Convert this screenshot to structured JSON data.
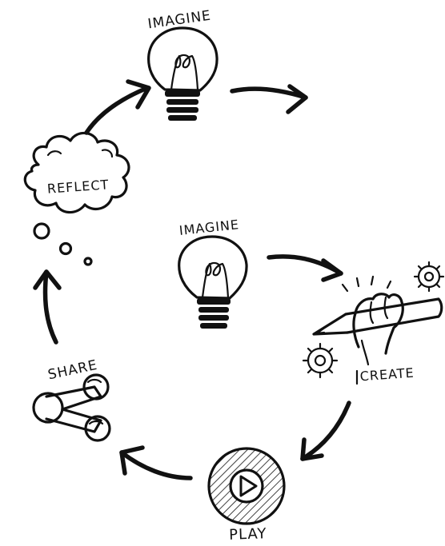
{
  "labels": {
    "imagine_top": "IMAGINE",
    "imagine_center": "IMAGINE",
    "reflect": "REFLECT",
    "create": "CREATE",
    "play": "PLAY",
    "share": "SHARE"
  },
  "icons": {
    "imagine_top": "lightbulb-icon",
    "imagine_center": "lightbulb-icon",
    "reflect": "thought-cloud-icon",
    "create": "hand-pencil-gears-icon",
    "play": "play-circle-icon",
    "share": "share-icon"
  },
  "colors": {
    "ink": "#111111",
    "background": "#ffffff"
  }
}
